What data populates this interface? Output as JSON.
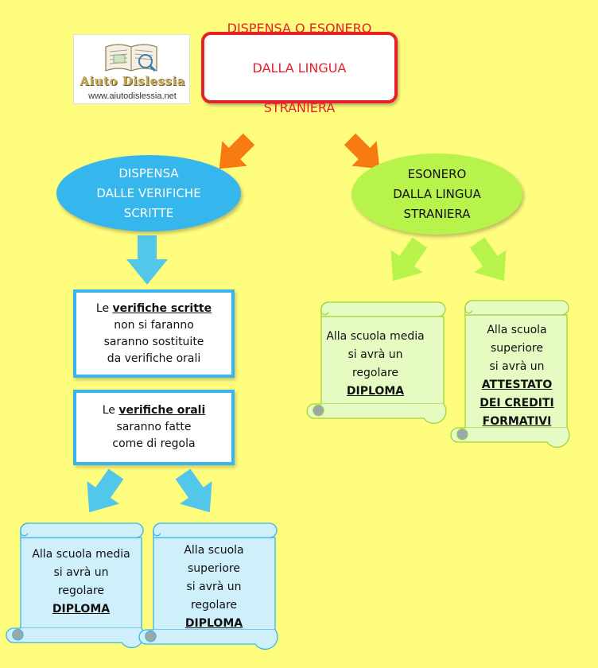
{
  "logo": {
    "brand": "Aiuto Dislessia",
    "url": "www.aiutodislessia.net",
    "icon": "open-book-icon"
  },
  "title": {
    "lines": [
      "DISPENSA O ESONERO",
      "DALLA LINGUA",
      "STRANIERA"
    ]
  },
  "branches": {
    "dispensa": {
      "label": "DISPENSA\nDALLE VERIFICHE\nSCRITTE",
      "boxes": [
        {
          "lead": "Le ",
          "emphasis": "verifiche scritte",
          "rest": [
            "non si faranno",
            "saranno sostituite",
            "da verifiche orali"
          ]
        },
        {
          "lead": "Le ",
          "emphasis": "verifiche orali",
          "rest": [
            "saranno fatte",
            "come di regola"
          ]
        }
      ],
      "outcomes": [
        {
          "lines": [
            "Alla scuola media",
            "si avrà un",
            "regolare"
          ],
          "emphasis": [
            "DIPLOMA"
          ]
        },
        {
          "lines": [
            "Alla scuola",
            "superiore",
            "si avrà un",
            "regolare"
          ],
          "emphasis": [
            "DIPLOMA"
          ]
        }
      ]
    },
    "esonero": {
      "label": "ESONERO\nDALLA LINGUA\nSTRANIERA",
      "outcomes": [
        {
          "lines": [
            "Alla scuola media",
            "si avrà un",
            "regolare"
          ],
          "emphasis": [
            "DIPLOMA"
          ]
        },
        {
          "lines": [
            "Alla scuola",
            "superiore",
            "si avrà un"
          ],
          "emphasis": [
            "ATTESTATO",
            "DEI CREDITI",
            "FORMATIVI"
          ]
        }
      ]
    }
  },
  "colors": {
    "background": "#fffd7e",
    "title_border": "#e8202a",
    "orange_arrow": "#f77a12",
    "blue": "#35b7ee",
    "blue_scroll": "#cfeffb",
    "green": "#b8f34b",
    "green_scroll": "#e6fbc2"
  }
}
